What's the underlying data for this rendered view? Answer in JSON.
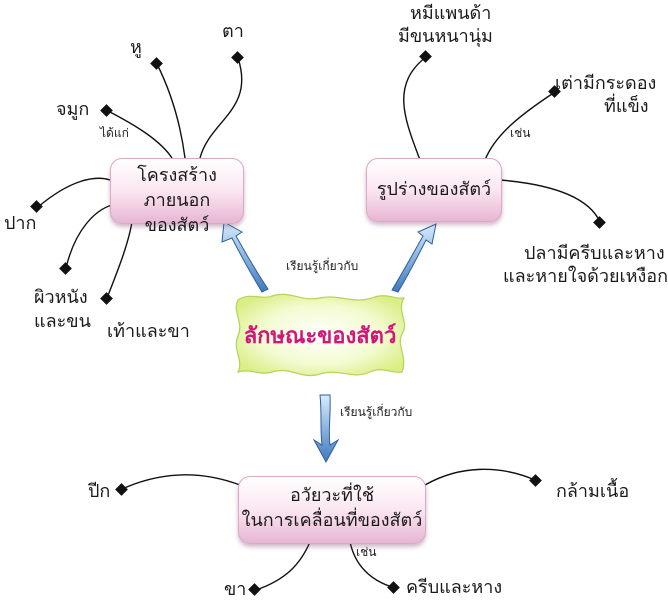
{
  "center": {
    "label": "ลักษณะของสัตว์"
  },
  "links": {
    "learn_upper": "เรียนรู้เกี่ยวกับ",
    "learn_lower": "เรียนรู้เกี่ยวกับ",
    "such_as_top": "เช่น",
    "such_as_bottom": "เช่น",
    "namely": "ได้แก่"
  },
  "boxes": {
    "external_structure": {
      "line1": "โครงสร้างภายนอก",
      "line2": "ของสัตว์"
    },
    "body_shape": {
      "line1": "รูปร่างของสัตว์"
    },
    "locomotion_organs": {
      "line1": "อวัยวะที่ใช้",
      "line2": "ในการเคลื่อนที่ของสัตว์"
    }
  },
  "external_items": {
    "eye": "ตา",
    "ear": "หู",
    "nose": "จมูก",
    "mouth": "ปาก",
    "skin_line1": "ผิวหนัง",
    "skin_line2": "และขน",
    "feet": "เท้าและขา"
  },
  "shape_items": {
    "panda_line1": "หมีแพนด้า",
    "panda_line2": "มีขนหนานุ่ม",
    "turtle_line1": "เต่ามีกระดอง",
    "turtle_line2": "ที่แข็ง",
    "fish_line1": "ปลามีครีบและหาง",
    "fish_line2": "และหายใจด้วยเหงือก"
  },
  "locomotion_items": {
    "wing": "ปีก",
    "muscle": "กล้ามเนื้อ",
    "leg": "ขา",
    "fin_tail": "ครีบและหาง"
  },
  "colors": {
    "center_text": "#d2157a",
    "center_fill": "#e8f5a8",
    "box_fill_bottom": "#e7b6d3",
    "arrow_blue": "#4a86c8"
  }
}
